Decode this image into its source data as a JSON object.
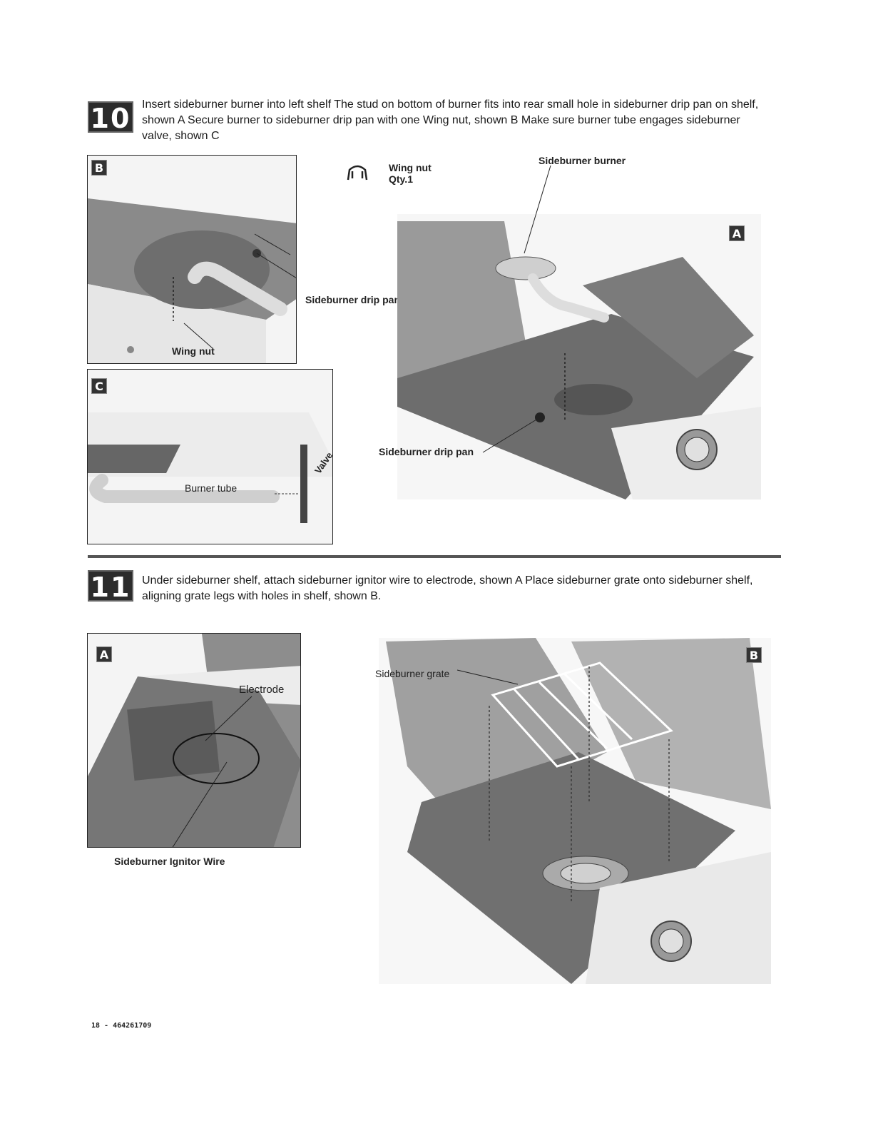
{
  "step10": {
    "number": "10",
    "instruction": "Insert sideburner burner into left shelf The stud on bottom of burner fits into rear small hole in sideburner drip pan on shelf, shown A Secure burner to sideburner drip pan with one Wing nut, shown B Make sure burner tube engages sideburner valve, shown C",
    "panel_b": {
      "letter": "B",
      "label_wing_nut": "Wing nut",
      "label_drip_pan": "Sideburner drip pan"
    },
    "panel_c": {
      "letter": "C",
      "label_burner_tube": "Burner tube",
      "label_valve": "Valve"
    },
    "panel_a": {
      "letter": "A",
      "label_burner": "Sideburner burner",
      "label_drip_pan": "Sideburner drip pan"
    },
    "hardware": {
      "name": "Wing nut",
      "qty": "Qty.1"
    }
  },
  "step11": {
    "number": "11",
    "instruction": "Under sideburner shelf, attach sideburner ignitor wire to electrode, shown A Place sideburner grate onto sideburner shelf, aligning grate legs with holes in shelf, shown B.",
    "panel_a": {
      "letter": "A",
      "label_electrode": "Electrode",
      "label_ignitor": "Sideburner Ignitor Wire"
    },
    "panel_b": {
      "letter": "B",
      "label_grate": "Sideburner grate"
    }
  },
  "footer": {
    "page_ref": "18 - 464261709"
  }
}
